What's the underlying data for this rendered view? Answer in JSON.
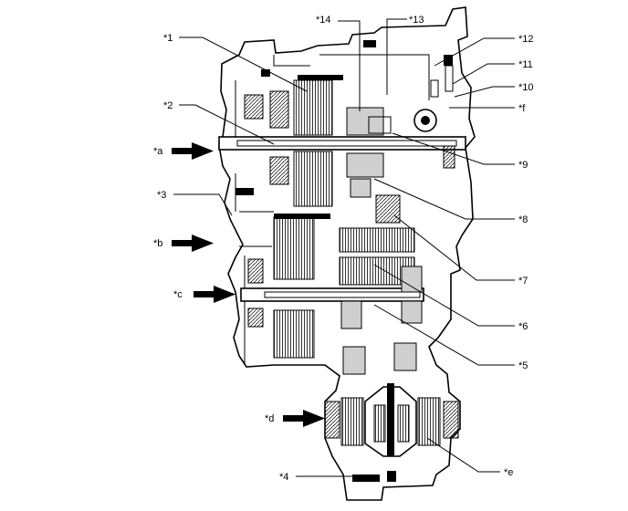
{
  "callouts": {
    "c1": "*1",
    "c2": "*2",
    "c3": "*3",
    "c4": "*4",
    "c5": "*5",
    "c6": "*6",
    "c7": "*7",
    "c8": "*8",
    "c9": "*9",
    "c10": "*10",
    "c11": "*11",
    "c12": "*12",
    "c13": "*13",
    "c14": "*14",
    "ca": "*a",
    "cb": "*b",
    "cc": "*c",
    "cd": "*d",
    "ce": "*e",
    "cf": "*f"
  }
}
